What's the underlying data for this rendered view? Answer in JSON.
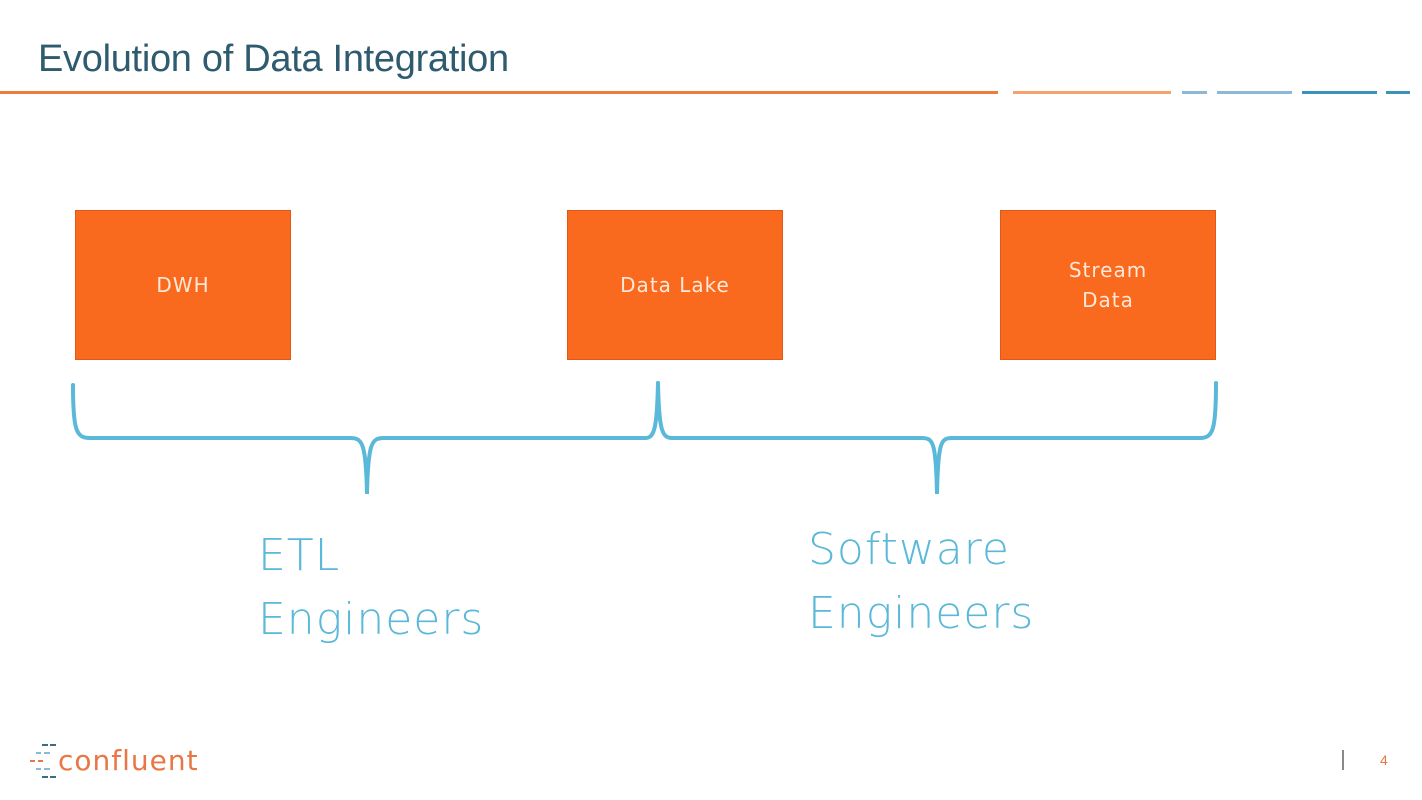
{
  "slide": {
    "title": "Evolution of Data Integration",
    "page_number": "4"
  },
  "colors": {
    "title": "#2e5b6e",
    "accent_orange": "#f96a1f",
    "rule_orange": "#ef7a3c",
    "rule_light_orange": "#f4a36f",
    "rule_light_blue": "#8cb9d6",
    "rule_blue": "#3a93b8",
    "hand_blue": "#5ab8d8"
  },
  "boxes": [
    {
      "label": "DWH"
    },
    {
      "label": "Data Lake"
    },
    {
      "label": "Stream\nData"
    }
  ],
  "groups": [
    {
      "label": "ETL\nEngineers"
    },
    {
      "label": "Software\nEngineers"
    }
  ],
  "footer": {
    "logo_text": "confluent"
  }
}
